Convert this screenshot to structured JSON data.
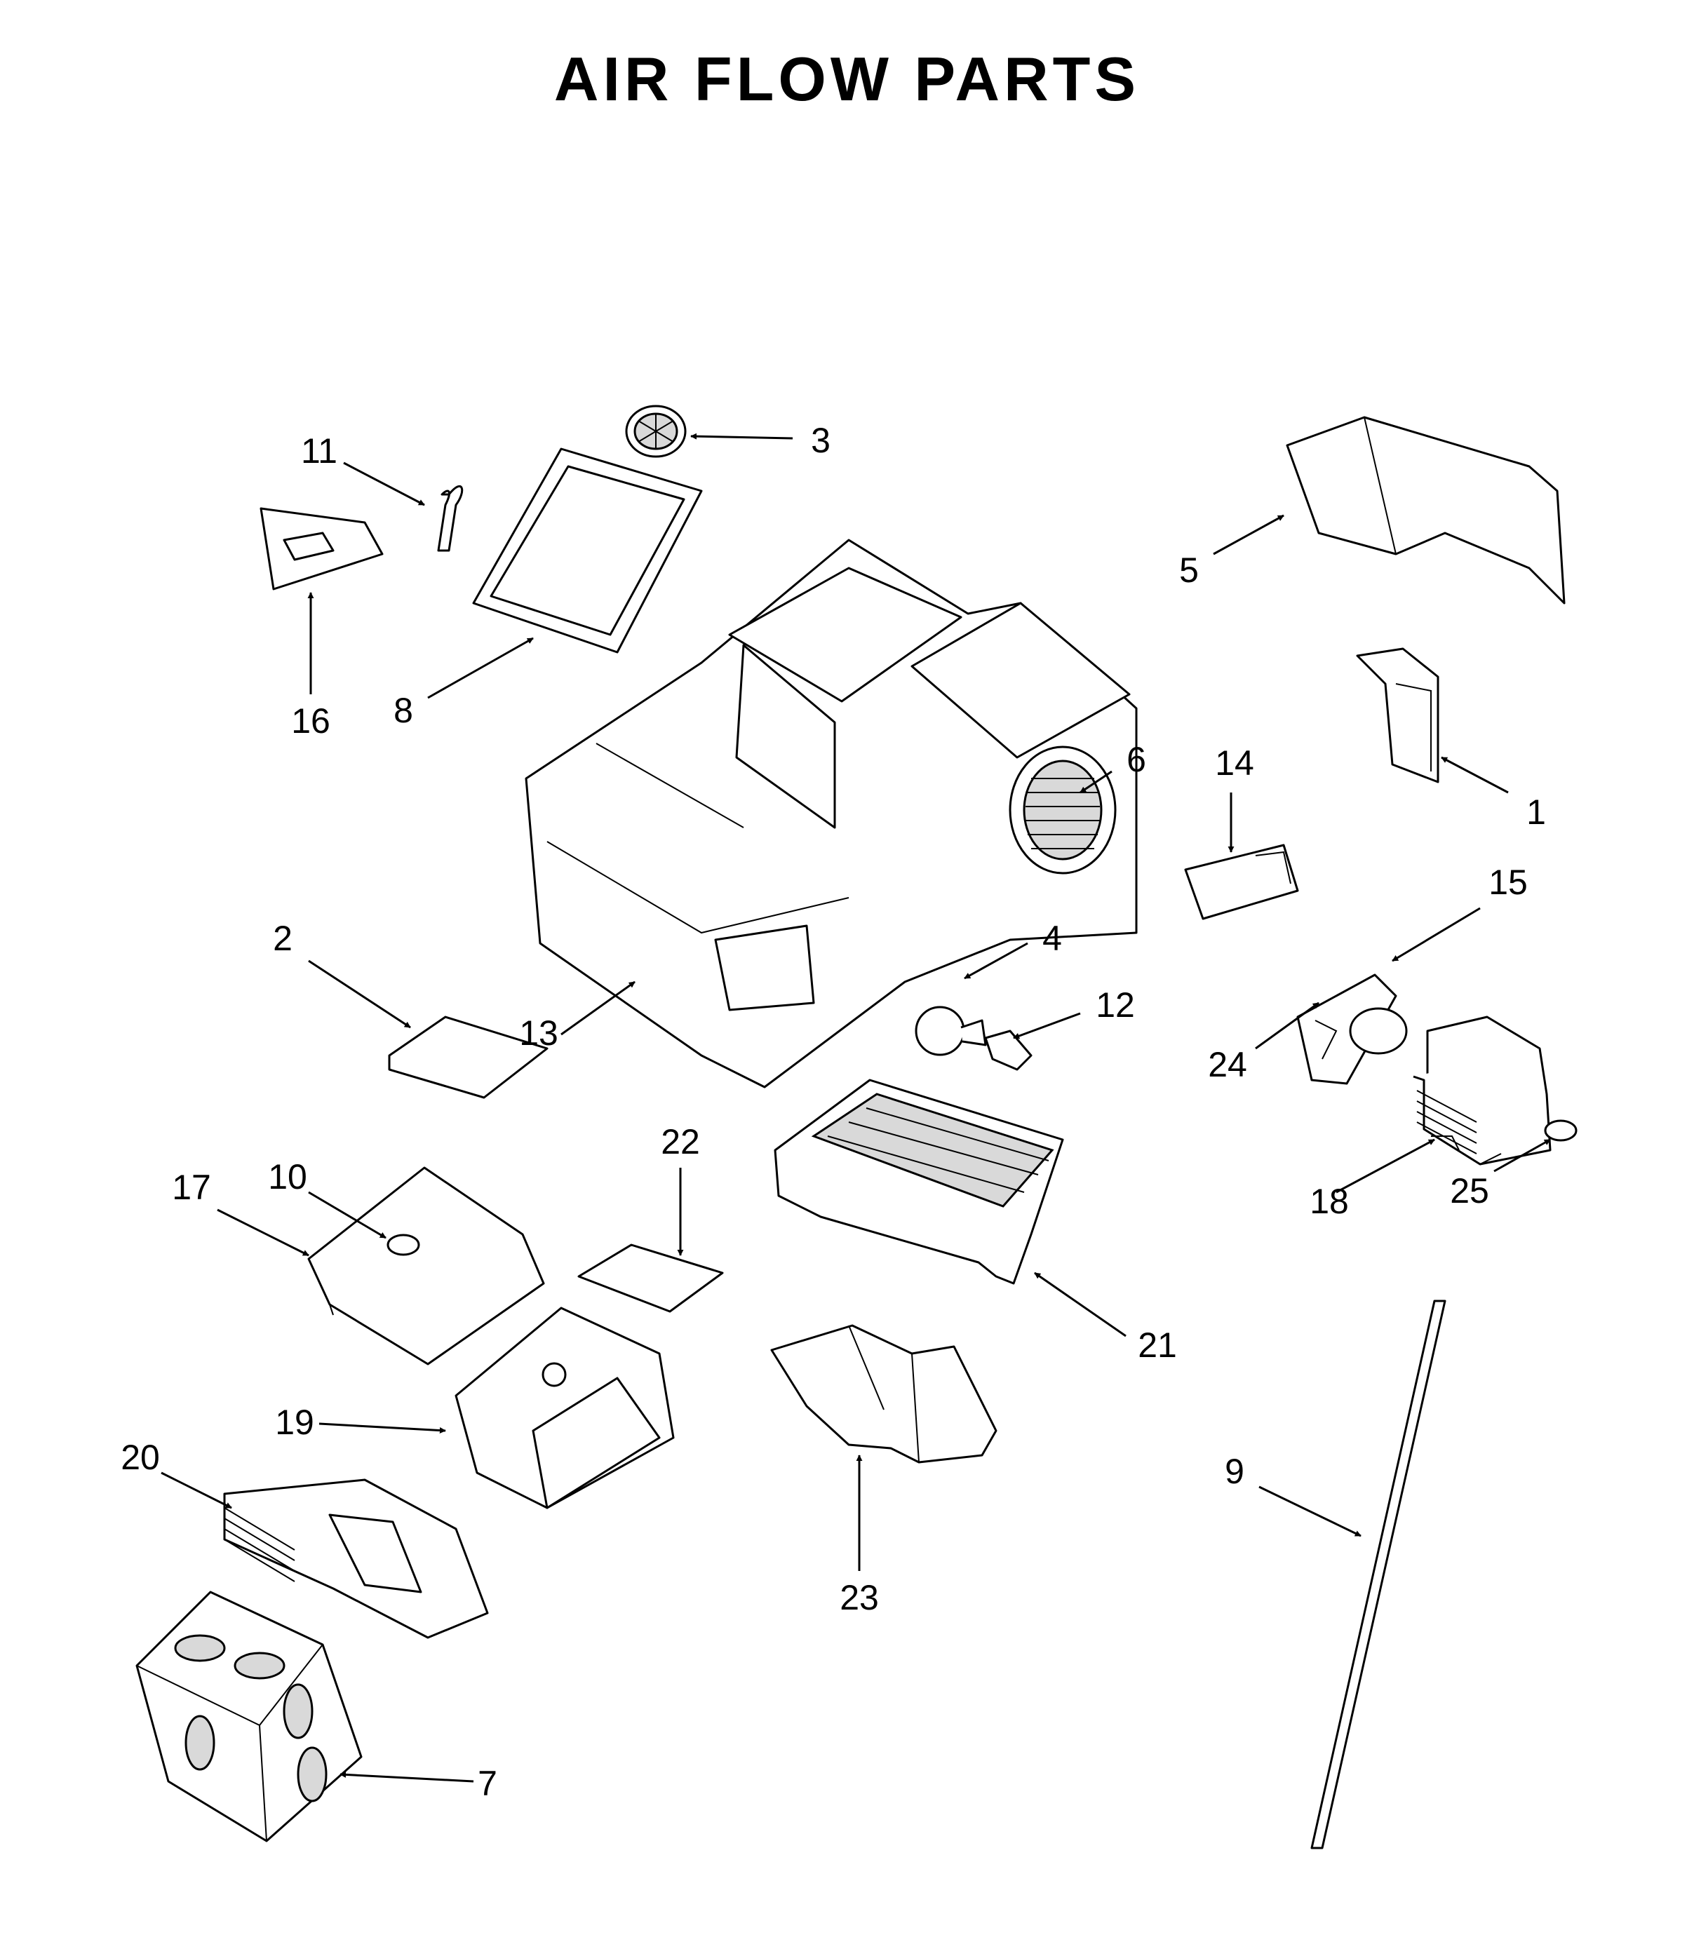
{
  "title": "AIR FLOW PARTS",
  "callouts": [
    {
      "id": "1",
      "label": "1"
    },
    {
      "id": "2",
      "label": "2"
    },
    {
      "id": "3",
      "label": "3"
    },
    {
      "id": "4",
      "label": "4"
    },
    {
      "id": "5",
      "label": "5"
    },
    {
      "id": "6",
      "label": "6"
    },
    {
      "id": "7",
      "label": "7"
    },
    {
      "id": "8",
      "label": "8"
    },
    {
      "id": "9",
      "label": "9"
    },
    {
      "id": "10",
      "label": "10"
    },
    {
      "id": "11",
      "label": "11"
    },
    {
      "id": "12",
      "label": "12"
    },
    {
      "id": "13",
      "label": "13"
    },
    {
      "id": "14",
      "label": "14"
    },
    {
      "id": "15",
      "label": "15"
    },
    {
      "id": "16",
      "label": "16"
    },
    {
      "id": "17",
      "label": "17"
    },
    {
      "id": "18",
      "label": "18"
    },
    {
      "id": "19",
      "label": "19"
    },
    {
      "id": "20",
      "label": "20"
    },
    {
      "id": "21",
      "label": "21"
    },
    {
      "id": "22",
      "label": "22"
    },
    {
      "id": "23",
      "label": "23"
    },
    {
      "id": "24",
      "label": "24"
    },
    {
      "id": "25",
      "label": "25"
    }
  ]
}
